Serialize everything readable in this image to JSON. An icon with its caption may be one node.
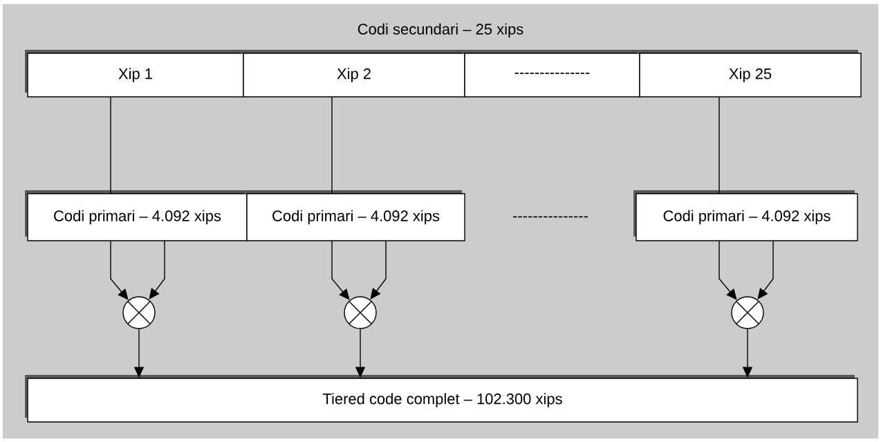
{
  "diagram": {
    "title": "Codi secundari – 25 xips",
    "nodes": [
      {
        "text": [
          "Xip 1"
        ]
      },
      {
        "text": [
          "Xip 2"
        ]
      },
      {
        "text": [
          "---------------"
        ]
      },
      {
        "text": [
          "Xip 25"
        ]
      },
      {
        "text": [
          "Codi primari – 4.092 xips"
        ]
      },
      {
        "text": [
          "Codi primari – 4.092 xips"
        ]
      },
      {
        "text": [
          "Codi primari – 4.092 xips"
        ]
      },
      {
        "text": [],
        "shape": "circle"
      },
      {
        "text": [],
        "shape": "circle"
      },
      {
        "text": [],
        "shape": "circle"
      },
      {
        "text": [
          "Tiered code complet – 102.300 xips"
        ]
      }
    ],
    "edges": [
      {
        "from": 0,
        "to": 4,
        "arrow": "none"
      },
      {
        "from": 1,
        "to": 5,
        "arrow": "none"
      },
      {
        "from": 3,
        "to": 6,
        "arrow": "none"
      },
      {
        "from": 4,
        "to": 7,
        "arrow": "to"
      },
      {
        "from": 4,
        "to": 7,
        "arrow": "to"
      },
      {
        "from": 5,
        "to": 8,
        "arrow": "to"
      },
      {
        "from": 5,
        "to": 8,
        "arrow": "to"
      },
      {
        "from": 6,
        "to": 9,
        "arrow": "to"
      },
      {
        "from": 6,
        "to": 9,
        "arrow": "to"
      },
      {
        "from": 7,
        "to": 10,
        "arrow": "to"
      },
      {
        "from": 8,
        "to": 10,
        "arrow": "to"
      },
      {
        "from": 9,
        "to": 10,
        "arrow": "to"
      }
    ],
    "labels": [
      "---------------"
    ]
  }
}
